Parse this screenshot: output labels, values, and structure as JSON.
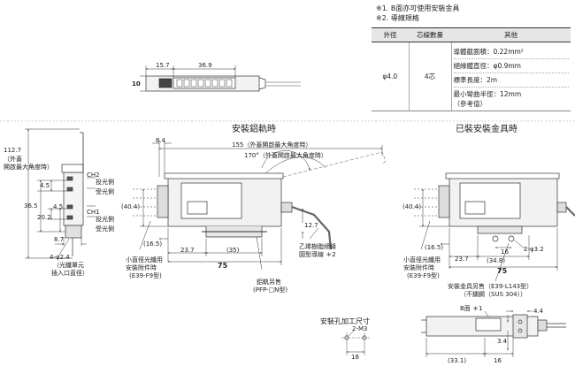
{
  "notes": [
    "※1. B面亦可使用安裝金具",
    "※2. 導線規格"
  ],
  "spec_table": {
    "headers": [
      "外徑",
      "芯線數量",
      "其他"
    ],
    "outer_diameter": "φ4.0",
    "cores": "4芯",
    "other": [
      "導體截面積：0.22mm²",
      "絕緣體直徑：φ0.9mm",
      "標準長度：2m",
      "最小彎曲半徑：12mm",
      "（參考值）"
    ]
  },
  "section_titles": {
    "rail": "安裝鋁軌時",
    "bracket": "已裝安裝金具時",
    "hole": "安裝孔加工尺寸"
  },
  "top_view": {
    "dim_a": "15.7",
    "dim_b": "36.9",
    "dim_h": "10"
  },
  "side_view": {
    "dim_total": "112.7",
    "dim_total_note": [
      "（外蓋",
      "開啟最大角度時）"
    ],
    "ch2": "CH2",
    "ch1": "CH1",
    "emit": "投光側",
    "recv": "受光側",
    "dim_45a": "4.5",
    "dim_365": "36.5",
    "dim_45b": "4.5",
    "dim_202": "20.2",
    "dim_87": "8.7",
    "hole": "4-φ2.4",
    "hole_note": [
      "（光纖單元",
      "插入口直徑）"
    ]
  },
  "rail_view": {
    "dim_64": "6.4",
    "dim_155": "155（外蓋開啟最大角度時）",
    "angle": "170°（外蓋開啟最大角度時）",
    "dim_404": "(40.4)",
    "dim_127": "12.7",
    "dim_165": "(16.5)",
    "dim_237": "23.7",
    "dim_35": "(35)",
    "dim_75": "75",
    "cable_note": [
      "乙烯樹脂絕緣",
      "圓型導線 ＊2"
    ],
    "adapter_note": [
      "小直徑光纖用",
      "安裝附件時",
      "(E39-F9型)"
    ],
    "rail_note": [
      "鋁軌另售",
      "(PFP-□N型)"
    ]
  },
  "bracket_view": {
    "dim_404": "(40.4)",
    "dim_165": "(16.5)",
    "dim_237": "23.7",
    "dim_16": "16",
    "dim_348": "(34.8)",
    "dim_75": "75",
    "dim_hole": "2-φ3.2",
    "adapter_note": [
      "小直徑光纖用",
      "安裝附件時",
      "(E39-F9型)"
    ],
    "bracket_note": [
      "安裝金具另售（E39-L143型）",
      "（不鏽鋼（SUS 304））"
    ]
  },
  "hole_view": {
    "screw": "2-M3",
    "dim_16": "16"
  },
  "bottom_view": {
    "face_b": "B面 ＊1",
    "dim_44": "4.4",
    "dim_34": "3.4",
    "dim_331": "(33.1)",
    "dim_16": "16"
  }
}
